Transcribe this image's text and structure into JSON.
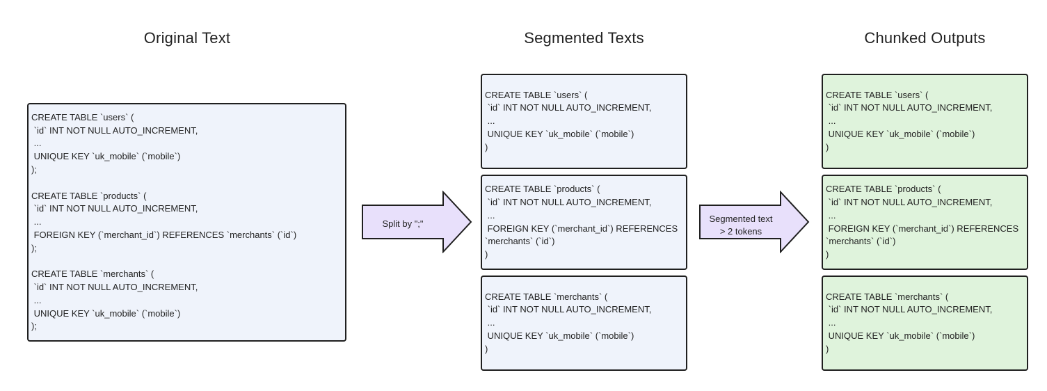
{
  "headings": {
    "original": "Original Text",
    "segmented": "Segmented Texts",
    "chunked": "Chunked Outputs"
  },
  "original_text": "CREATE TABLE `users` (\n `id` INT NOT NULL AUTO_INCREMENT,\n ...\n UNIQUE KEY `uk_mobile` (`mobile`)\n);\n\nCREATE TABLE `products` (\n `id` INT NOT NULL AUTO_INCREMENT,\n ...\n FOREIGN KEY (`merchant_id`) REFERENCES `merchants` (`id`)\n);\n\nCREATE TABLE `merchants` (\n `id` INT NOT NULL AUTO_INCREMENT,\n ...\n UNIQUE KEY `uk_mobile` (`mobile`)\n);",
  "segments": [
    "CREATE TABLE `users` (\n `id` INT NOT NULL AUTO_INCREMENT,\n ...\n UNIQUE KEY `uk_mobile` (`mobile`)\n)",
    "CREATE TABLE `products` (\n `id` INT NOT NULL AUTO_INCREMENT,\n ...\n FOREIGN KEY (`merchant_id`) REFERENCES\n`merchants` (`id`)\n)",
    "CREATE TABLE `merchants` (\n `id` INT NOT NULL AUTO_INCREMENT,\n ...\n UNIQUE KEY `uk_mobile` (`mobile`)\n)"
  ],
  "chunks": [
    "CREATE TABLE `users` (\n `id` INT NOT NULL AUTO_INCREMENT,\n ...\n UNIQUE KEY `uk_mobile` (`mobile`)\n)",
    "CREATE TABLE `products` (\n `id` INT NOT NULL AUTO_INCREMENT,\n ...\n FOREIGN KEY (`merchant_id`) REFERENCES\n`merchants` (`id`)\n)",
    "CREATE TABLE `merchants` (\n `id` INT NOT NULL AUTO_INCREMENT,\n ...\n UNIQUE KEY `uk_mobile` (`mobile`)\n)"
  ],
  "arrows": {
    "split_label": "Split by \";\"",
    "filter_label": "Segmented text\n> 2 tokens"
  },
  "colors": {
    "blue_box": "#eff3fb",
    "green_box": "#dff3dc",
    "arrow_fill": "#e8e0fb",
    "border": "#1f1f1f"
  }
}
